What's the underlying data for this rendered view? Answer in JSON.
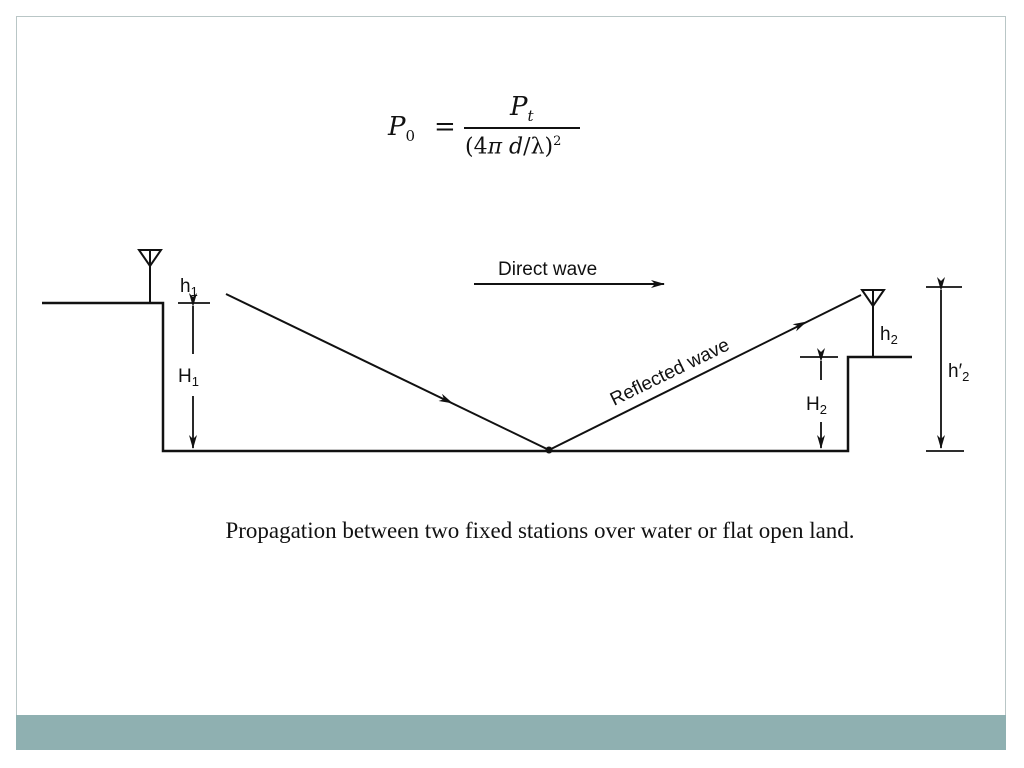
{
  "formula": {
    "lhs": "P",
    "lhs_sub": "0",
    "equals": "=",
    "num": "P",
    "num_sub": "t",
    "den_open": "(4",
    "den_pi": "π",
    "den_d": " d",
    "den_slash": "/",
    "den_lambda": "λ",
    "den_close": ")",
    "den_exp": "2"
  },
  "diagram": {
    "direct_wave": "Direct wave",
    "reflected_wave": "Reflected wave",
    "h1": "h",
    "h1_sub": "1",
    "H1": "H",
    "H1_sub": "1",
    "h2": "h",
    "h2_sub": "2",
    "H2": "H",
    "H2_sub": "2",
    "h2_prime": "h′",
    "h2_prime_sub": "2"
  },
  "caption": "Propagation between two fixed stations over water or flat open land."
}
